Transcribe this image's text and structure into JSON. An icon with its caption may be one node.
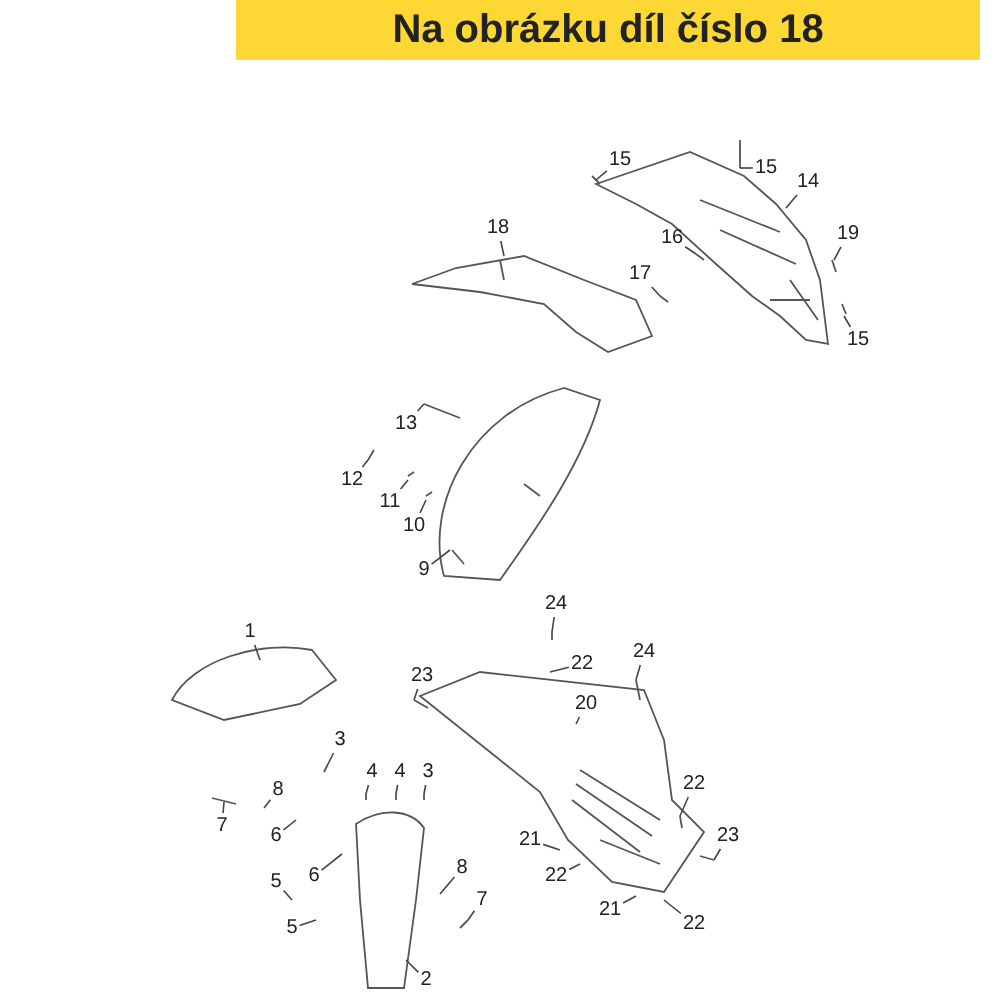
{
  "diagram": {
    "title": "Na obrázku díl číslo 18",
    "nodes": [
      {
        "text": [
          "15"
        ]
      },
      {
        "text": [
          "15"
        ]
      },
      {
        "text": [
          "14"
        ]
      },
      {
        "text": [
          "18"
        ]
      },
      {
        "text": [
          "19"
        ]
      },
      {
        "text": [
          "16"
        ]
      },
      {
        "text": [
          "17"
        ]
      },
      {
        "text": [
          "15"
        ]
      },
      {
        "text": [
          "13"
        ]
      },
      {
        "text": [
          "12"
        ]
      },
      {
        "text": [
          "11"
        ]
      },
      {
        "text": [
          "10"
        ]
      },
      {
        "text": [
          "9"
        ]
      },
      {
        "text": [
          "24"
        ]
      },
      {
        "text": [
          "1"
        ]
      },
      {
        "text": [
          "24"
        ]
      },
      {
        "text": [
          "22"
        ]
      },
      {
        "text": [
          "23"
        ]
      },
      {
        "text": [
          "20"
        ]
      },
      {
        "text": [
          "3"
        ]
      },
      {
        "text": [
          "4"
        ]
      },
      {
        "text": [
          "4"
        ]
      },
      {
        "text": [
          "3"
        ]
      },
      {
        "text": [
          "22"
        ]
      },
      {
        "text": [
          "8"
        ]
      },
      {
        "text": [
          "7"
        ]
      },
      {
        "text": [
          "23"
        ]
      },
      {
        "text": [
          "21"
        ]
      },
      {
        "text": [
          "6"
        ]
      },
      {
        "text": [
          "6"
        ]
      },
      {
        "text": [
          "5"
        ]
      },
      {
        "text": [
          "8"
        ]
      },
      {
        "text": [
          "22"
        ]
      },
      {
        "text": [
          "7"
        ]
      },
      {
        "text": [
          "5"
        ]
      },
      {
        "text": [
          "21"
        ]
      },
      {
        "text": [
          "22"
        ]
      },
      {
        "text": [
          "2"
        ]
      }
    ],
    "edges": [
      {
        "from": 0,
        "to": null,
        "arrow": "none"
      },
      {
        "from": 1,
        "to": null,
        "arrow": "none"
      },
      {
        "from": 2,
        "to": null,
        "arrow": "none"
      },
      {
        "from": 3,
        "to": null,
        "arrow": "none"
      },
      {
        "from": 4,
        "to": null,
        "arrow": "none"
      },
      {
        "from": 5,
        "to": null,
        "arrow": "none"
      },
      {
        "from": 6,
        "to": null,
        "arrow": "none"
      },
      {
        "from": 7,
        "to": null,
        "arrow": "none"
      },
      {
        "from": 8,
        "to": null,
        "arrow": "none"
      },
      {
        "from": 9,
        "to": null,
        "arrow": "none"
      },
      {
        "from": 10,
        "to": null,
        "arrow": "none"
      },
      {
        "from": 11,
        "to": null,
        "arrow": "none"
      },
      {
        "from": 12,
        "to": null,
        "arrow": "none"
      },
      {
        "from": 13,
        "to": null,
        "arrow": "none"
      },
      {
        "from": 14,
        "to": null,
        "arrow": "none"
      },
      {
        "from": 15,
        "to": null,
        "arrow": "none"
      },
      {
        "from": 16,
        "to": null,
        "arrow": "none"
      },
      {
        "from": 17,
        "to": null,
        "arrow": "none"
      },
      {
        "from": 18,
        "to": null,
        "arrow": "none"
      },
      {
        "from": 19,
        "to": null,
        "arrow": "none"
      },
      {
        "from": 20,
        "to": null,
        "arrow": "none"
      },
      {
        "from": 21,
        "to": null,
        "arrow": "none"
      },
      {
        "from": 22,
        "to": null,
        "arrow": "none"
      },
      {
        "from": 23,
        "to": null,
        "arrow": "none"
      },
      {
        "from": 24,
        "to": null,
        "arrow": "none"
      },
      {
        "from": 25,
        "to": null,
        "arrow": "none"
      },
      {
        "from": 26,
        "to": null,
        "arrow": "none"
      },
      {
        "from": 27,
        "to": null,
        "arrow": "none"
      },
      {
        "from": 28,
        "to": null,
        "arrow": "none"
      },
      {
        "from": 29,
        "to": null,
        "arrow": "none"
      },
      {
        "from": 30,
        "to": null,
        "arrow": "none"
      },
      {
        "from": 31,
        "to": null,
        "arrow": "none"
      },
      {
        "from": 32,
        "to": null,
        "arrow": "none"
      },
      {
        "from": 33,
        "to": null,
        "arrow": "none"
      },
      {
        "from": 34,
        "to": null,
        "arrow": "none"
      },
      {
        "from": 35,
        "to": null,
        "arrow": "none"
      },
      {
        "from": 36,
        "to": null,
        "arrow": "none"
      },
      {
        "from": 37,
        "to": null,
        "arrow": "none"
      }
    ]
  }
}
